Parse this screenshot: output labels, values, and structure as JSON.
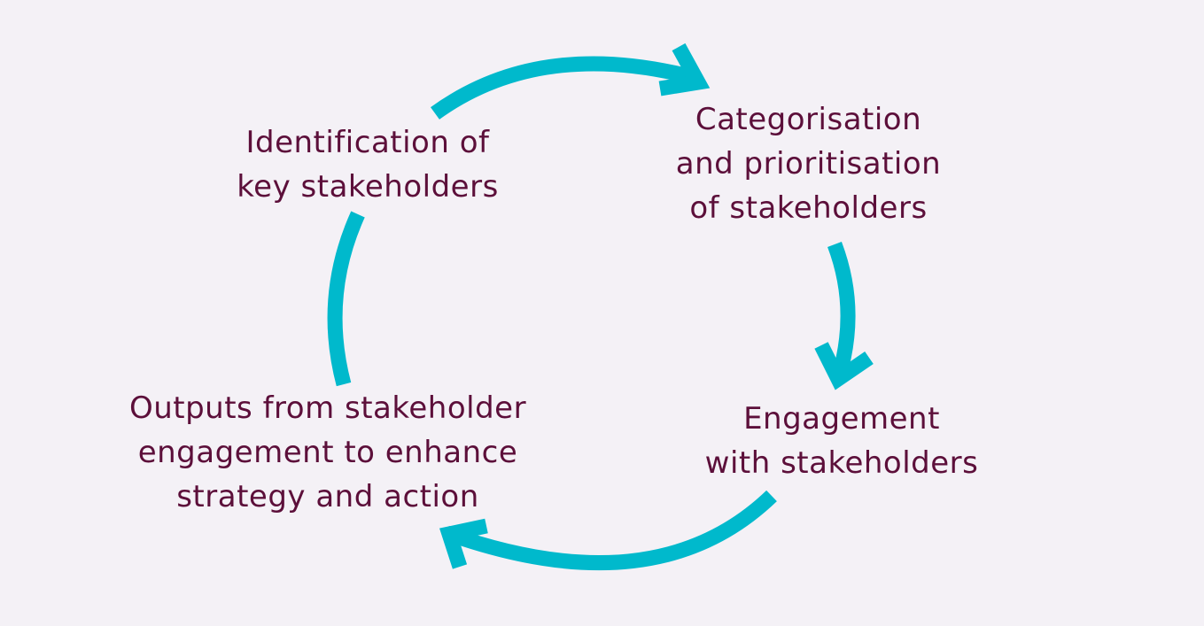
{
  "diagram": {
    "accent_color": "#00b9cc",
    "text_color": "#5c0f3a",
    "background_color": "#f4f1f6",
    "steps": [
      {
        "lines": [
          "Identification of",
          "key stakeholders"
        ]
      },
      {
        "lines": [
          "Categorisation",
          "and prioritisation",
          "of stakeholders"
        ]
      },
      {
        "lines": [
          "Engagement",
          "with stakeholders"
        ]
      },
      {
        "lines": [
          "Outputs from stakeholder",
          "engagement to enhance",
          "strategy and action"
        ]
      }
    ],
    "arrows": [
      {
        "from": "step-1",
        "to": "step-2",
        "icon": "arrow-head-right"
      },
      {
        "from": "step-2",
        "to": "step-3",
        "icon": "arrow-head-down"
      },
      {
        "from": "step-3",
        "to": "step-4",
        "icon": "arrow-head-left"
      },
      {
        "from": "step-4",
        "to": "step-1",
        "icon": "none"
      }
    ]
  }
}
